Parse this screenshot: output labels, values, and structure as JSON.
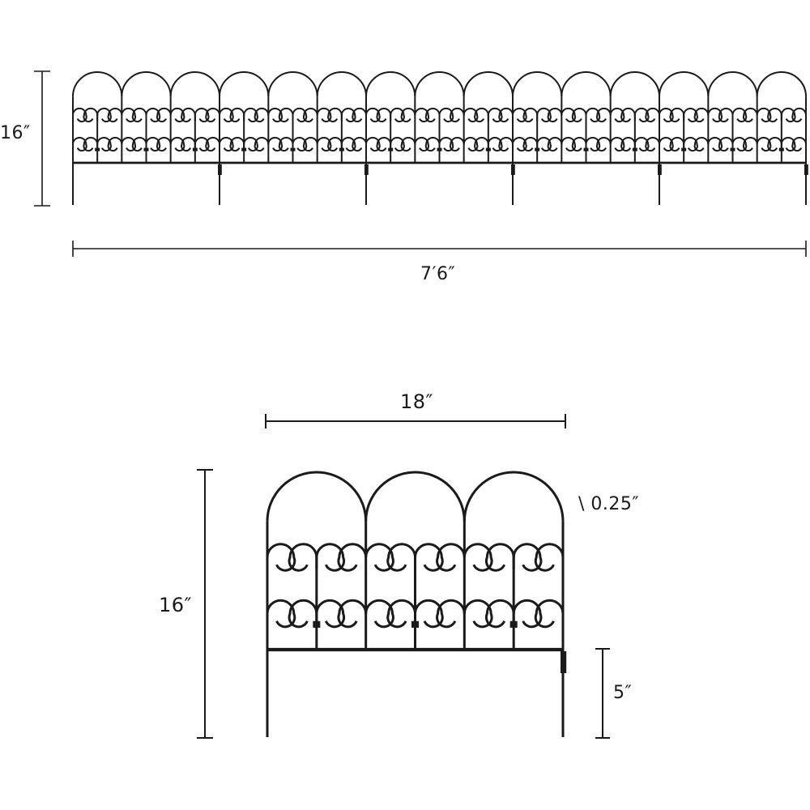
{
  "diagram": {
    "overview": {
      "height_label": "16″",
      "length_label": "7′6″",
      "panel_count": 5
    },
    "panel_detail": {
      "width_label": "18″",
      "height_label": "16″",
      "wire_label": "\\ 0.25″",
      "stake_label": "5″",
      "arch_count": 3
    }
  },
  "colors": {
    "ink": "#1a1a1a",
    "background": "#ffffff"
  }
}
